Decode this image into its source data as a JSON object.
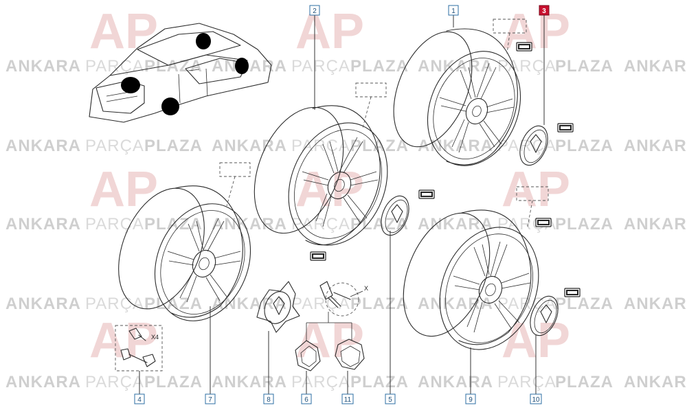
{
  "watermark": {
    "brand": "ANKARA",
    "middle": "PARÇA",
    "last": "PLAZA",
    "logo": "AP"
  },
  "callouts": {
    "c1": "1",
    "c2": "2",
    "c3": "3",
    "c4": "4",
    "c5": "5",
    "c6": "6",
    "c7": "7",
    "c8": "8",
    "c9": "9",
    "c10": "10",
    "c11": "11"
  },
  "highlighted_callout": "3",
  "labels": {
    "bolt_qty": "X4",
    "valve_axis": "X"
  },
  "colors": {
    "line": "#2a2a2a",
    "callout_border": "#2b6ea3",
    "callout_highlight": "#c8102e",
    "watermark_logo": "#f1d6d6",
    "watermark_text": "#cfcfcf"
  }
}
